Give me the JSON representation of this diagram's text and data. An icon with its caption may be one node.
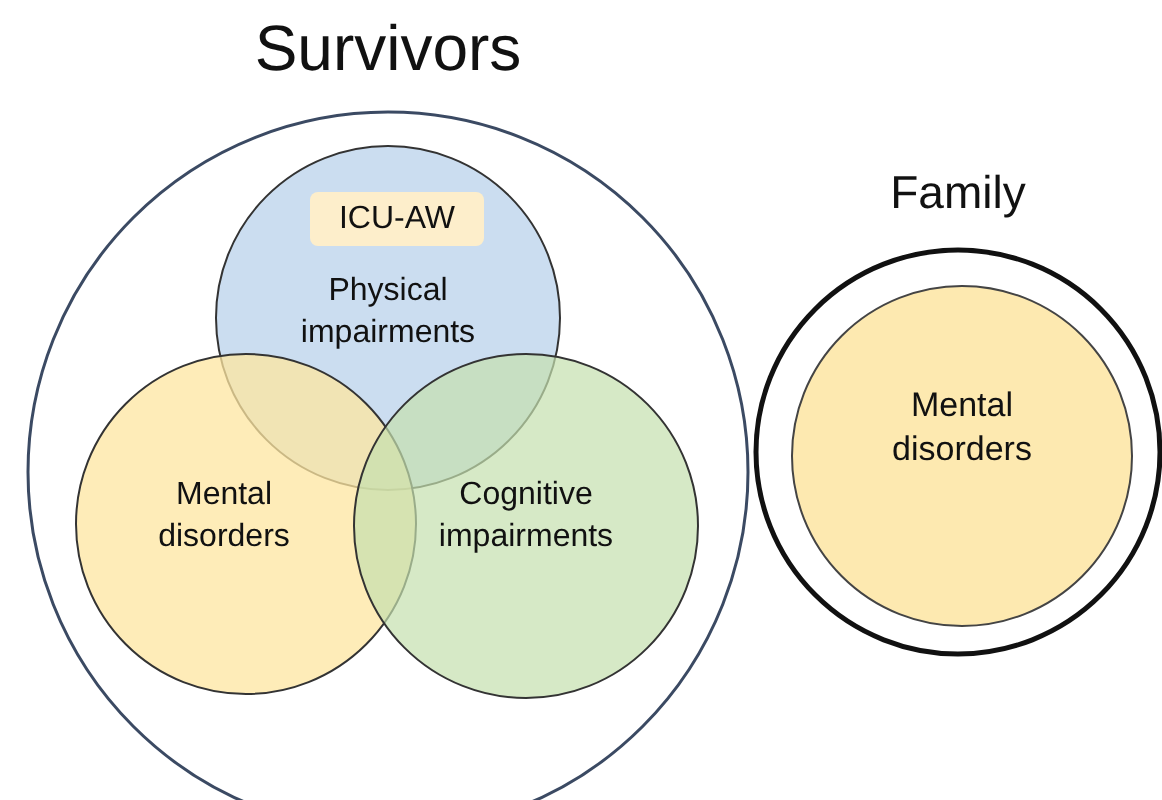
{
  "diagram": {
    "nodes": [
      {
        "text": [
          "Survivors"
        ]
      },
      {
        "text": [
          "Physical impairments"
        ],
        "in": 0
      },
      {
        "text": [
          "ICU-AW"
        ],
        "in": 1
      },
      {
        "text": [
          "Mental disorders"
        ],
        "in": 0
      },
      {
        "text": [
          "Cognitive impairments"
        ],
        "in": 0
      },
      {
        "text": [
          "Family"
        ]
      },
      {
        "text": [
          "Mental disorders"
        ],
        "in": 5
      }
    ]
  }
}
